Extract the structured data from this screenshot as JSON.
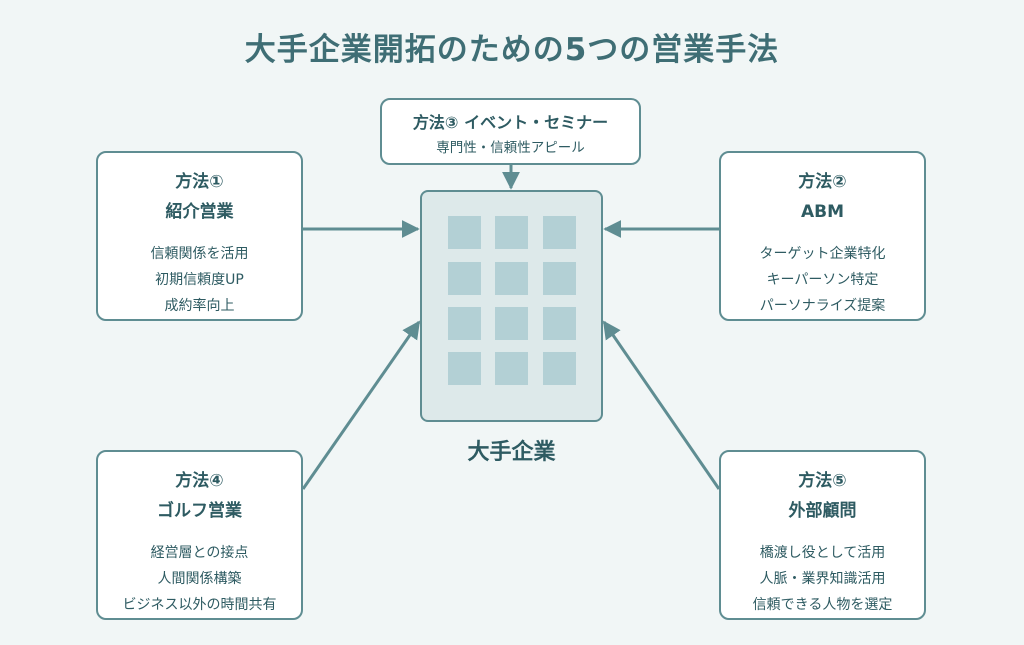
{
  "title": "大手企業開拓のための5つの営業手法",
  "center": {
    "label": "大手企業"
  },
  "methods": [
    {
      "heading": "方法①",
      "name": "紹介営業",
      "points": [
        "信頼関係を活用",
        "初期信頼度UP",
        "成約率向上"
      ]
    },
    {
      "heading": "方法②",
      "name": "ABM",
      "points": [
        "ターゲット企業特化",
        "キーパーソン特定",
        "パーソナライズ提案"
      ]
    },
    {
      "heading": "方法③",
      "name": "イベント・セミナー",
      "points": [
        "専門性・信頼性アピール"
      ]
    },
    {
      "heading": "方法④",
      "name": "ゴルフ営業",
      "points": [
        "経営層との接点",
        "人間関係構築",
        "ビジネス以外の時間共有"
      ]
    },
    {
      "heading": "方法⑤",
      "name": "外部顧問",
      "points": [
        "橋渡し役として活用",
        "人脈・業界知識活用",
        "信頼できる人物を選定"
      ]
    }
  ],
  "colors": {
    "stroke": "#5f8d92",
    "background": "#f1f6f6",
    "text": "#2e5b62",
    "window": "#b3d0d5",
    "building": "#dde9ea"
  }
}
